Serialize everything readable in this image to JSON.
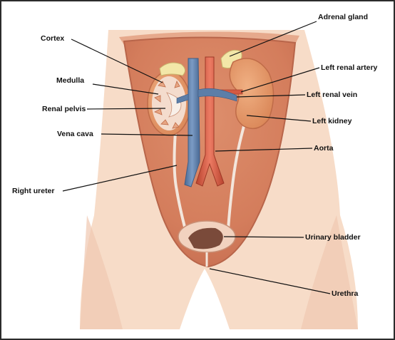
{
  "labels": {
    "cortex": "Cortex",
    "medulla": "Medulla",
    "renal_pelvis": "Renal pelvis",
    "vena_cava": "Vena cava",
    "right_ureter": "Right ureter",
    "adrenal_gland": "Adrenal gland",
    "left_renal_artery": "Left renal artery",
    "left_renal_vein": "Left renal vein",
    "left_kidney": "Left kidney",
    "aorta": "Aorta",
    "urinary_bladder": "Urinary bladder",
    "urethra": "Urethra"
  },
  "colors": {
    "body_skin": "#f7dcc8",
    "abdomen_cavity": "#d98866",
    "kidney": "#e39a6c",
    "vena_cava": "#5c7ea8",
    "aorta": "#d45a43",
    "adrenal_gland": "#f3e7a8",
    "ureter": "#f5e9e0",
    "bladder_interior": "#7a4a3a",
    "leader_line": "#111111"
  }
}
